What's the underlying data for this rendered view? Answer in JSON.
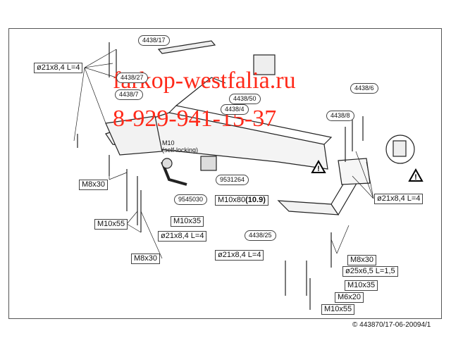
{
  "watermark": {
    "site": "farkop-westfalia.ru",
    "phone": "8-929-941-15-37"
  },
  "copyright": "© 443870/17-06-20094/1",
  "parts": {
    "p4438_17": "4438/17",
    "p4438_27": "4438/27",
    "p4438_7": "4438/7",
    "p4438_50": "4438/50",
    "p4438_4": "4438/4",
    "p4438_6": "4438/6",
    "p4438_8": "4438/8",
    "p4438_25": "4438/25",
    "p9531264": "9531264",
    "p9545030": "9545030"
  },
  "hardware": {
    "washer_top_left": "ø21x8,4 L=4",
    "m8x30_left": "M8x30",
    "m10_self_locking": "M10\n(self-locking)",
    "m10x55_left": "M10x55",
    "m10x35_mid": "M10x35",
    "washer_mid": "ø21x8,4 L=4",
    "m8x30_bottom": "M8x30",
    "washer_lower": "ø21x8,4 L=4",
    "m10x80": "M10x80",
    "m10x80_grade": "(10.9)",
    "washer_right": "ø21x8,4 L=4",
    "m8x30_right": "M8x30",
    "washer_25": "ø25x6,5 L=1,5",
    "m10x35_right": "M10x35",
    "m6x20": "M6x20",
    "m10x55_right": "M10x55"
  },
  "icons": [
    "warning-triangle-icon",
    "detail-magnifier-icon"
  ]
}
